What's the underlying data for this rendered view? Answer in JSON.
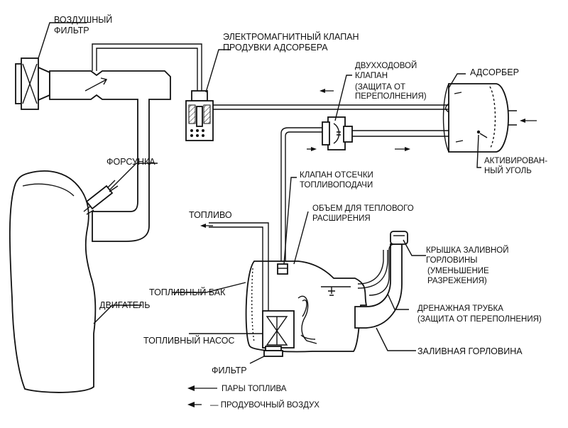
{
  "labels": {
    "air_filter": [
      "ВОЗДУШНЫЙ",
      "ФИЛЬТР"
    ],
    "solenoid_valve": [
      "ЭЛЕКТРОМАГНИТНЫЙ КЛАПАН",
      "ПРОДУВКИ АДСОРБЕРА"
    ],
    "two_way_valve": [
      "ДВУХХОДОВОЙ",
      "КЛАПАН",
      "(ЗАЩИТА ОТ",
      "ПЕРЕПОЛНЕНИЯ)"
    ],
    "adsorber": "АДСОРБЕР",
    "activated_carbon": [
      "АКТИВИРОВАН-",
      "НЫЙ УГОЛЬ"
    ],
    "injector": "ФОРСУНКА",
    "cutoff_valve": [
      "КЛАПАН ОТСЕЧКИ",
      "ТОПЛИВОПОДАЧИ"
    ],
    "fuel": "ТОПЛИВО",
    "expansion_volume": [
      "ОБЪЕМ ДЛЯ ТЕПЛОВОГО",
      "РАСШИРЕНИЯ"
    ],
    "filler_cap": [
      "КРЫШКА ЗАЛИВНОЙ",
      "ГОРЛОВИНЫ",
      "(УМЕНЬШЕНИЕ",
      "РАЗРЕЖЕНИЯ)"
    ],
    "fuel_tank": "ТОПЛИВНЫЙ БАК",
    "drain_tube": [
      "ДРЕНАЖНАЯ ТРУБКА",
      "(ЗАЩИТА ОТ ПЕРЕПОЛНЕНИЯ)"
    ],
    "engine": "ДВИГАТЕЛЬ",
    "fuel_pump": "ТОПЛИВНЫЙ НАСОС",
    "filler_neck": "ЗАЛИВНАЯ ГОРЛОВИНА",
    "filter": "ФИЛЬТР"
  },
  "legend": {
    "fuel_vapors": "ПАРЫ ТОПЛИВА",
    "purge_air": "— ПРОДУВОЧНЫЙ ВОЗДУХ"
  }
}
